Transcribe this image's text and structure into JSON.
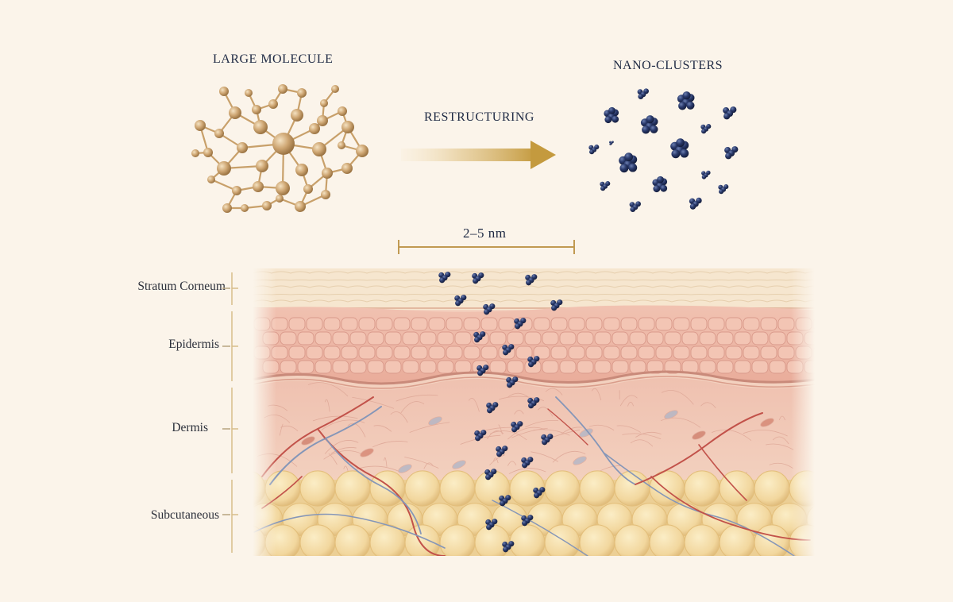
{
  "labels": {
    "large_molecule": "LARGE MOLECULE",
    "nano_clusters": "NANO-CLUSTERS",
    "restructuring": "RESTRUCTURING",
    "scale": "2–5 nm"
  },
  "layers": [
    {
      "key": "stratum",
      "label": "Stratum Corneum"
    },
    {
      "key": "epidermis",
      "label": "Epidermis"
    },
    {
      "key": "dermis",
      "label": "Dermis"
    },
    {
      "key": "subcutaneous",
      "label": "Subcutaneous"
    }
  ],
  "colors": {
    "background": "#fbf4ea",
    "molecule_gold": "#caa472",
    "cluster_navy": "#22305e",
    "arrow_gold": "#c9a24a",
    "stratum": "#f6e6cf",
    "epidermis": "#eeb8a8",
    "dermis": "#f0c7b8",
    "fat": "#f3dba4",
    "vessel_red": "#c2524a",
    "vessel_blue": "#7f8fb0"
  }
}
